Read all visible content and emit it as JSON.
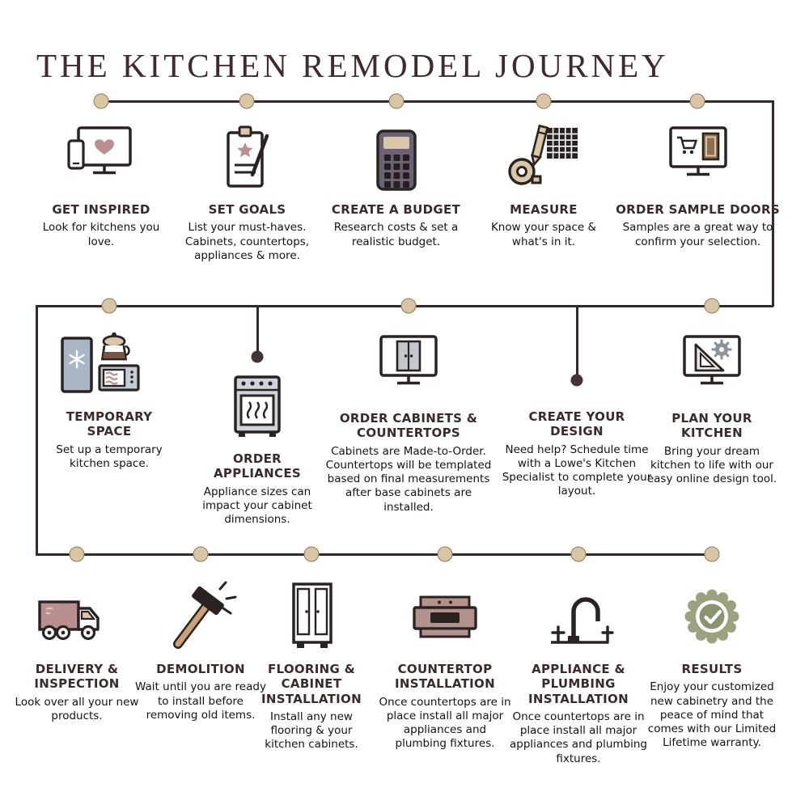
{
  "header": {
    "title": "THE KITCHEN REMODEL JOURNEY"
  },
  "rows": [
    {
      "steps": [
        {
          "icon": "inspiration-devices-icon",
          "title": "GET INSPIRED",
          "desc": "Look for kitchens you love."
        },
        {
          "icon": "clipboard-star-icon",
          "title": "SET GOALS",
          "desc": "List your must-haves. Cabinets, countertops, appliances & more."
        },
        {
          "icon": "calculator-icon",
          "title": "CREATE A BUDGET",
          "desc": "Research costs & set a realistic budget."
        },
        {
          "icon": "measuring-tools-icon",
          "title": "MEASURE",
          "desc": "Know your space & what's in it."
        },
        {
          "icon": "sample-door-monitor-icon",
          "title": "ORDER SAMPLE DOORS",
          "desc": "Samples are a great way to confirm your selection."
        }
      ]
    },
    {
      "steps": [
        {
          "icon": "temporary-kitchen-icon",
          "title": "TEMPORARY SPACE",
          "desc": "Set up a temporary kitchen space."
        },
        {
          "icon": "range-icon",
          "title": "ORDER APPLIANCES",
          "desc": "Appliance sizes can impact your cabinet dimensions."
        },
        {
          "icon": "cabinet-monitor-icon",
          "title": "ORDER CABINETS & COUNTERTOPS",
          "desc": "Cabinets are Made-to-Order. Countertops will be templated based on final measurements after base cabinets are installed."
        },
        {
          "icon": "none",
          "title": "CREATE YOUR DESIGN",
          "desc": "Need help? Schedule time with a Lowe's Kitchen Specialist to complete your layout."
        },
        {
          "icon": "kitchen-planner-monitor-icon",
          "title": "PLAN YOUR KITCHEN",
          "desc": "Bring your dream kitchen to life with our easy online design tool."
        }
      ]
    },
    {
      "steps": [
        {
          "icon": "delivery-truck-icon",
          "title": "DELIVERY & INSPECTION",
          "desc": "Look over all your new products."
        },
        {
          "icon": "sledgehammer-icon",
          "title": "DEMOLITION",
          "desc": "Wait until you are ready to install before removing old items."
        },
        {
          "icon": "tall-cabinet-icon",
          "title": "FLOORING & CABINET INSTALLATION",
          "desc": "Install any new flooring & your kitchen cabinets."
        },
        {
          "icon": "countertop-sink-icon",
          "title": "COUNTERTOP INSTALLATION",
          "desc": "Once countertops are in place install all major appliances and plumbing fixtures."
        },
        {
          "icon": "faucet-icon",
          "title": "APPLIANCE & PLUMBING INSTALLATION",
          "desc": "Once countertops are in place install all major appliances and plumbing fixtures."
        },
        {
          "icon": "warranty-badge-icon",
          "title": "RESULTS",
          "desc": "Enjoy your customized new cabinetry and the peace of mind that comes with our Limited Lifetime warranty."
        }
      ]
    }
  ],
  "colors": {
    "heading": "#402a2c",
    "line": "#352a2a",
    "node_fill": "#d8c5a4",
    "dark_dot": "#443333",
    "accent_mauve": "#b98f8f",
    "accent_beige": "#d9c7a8",
    "accent_bluegray": "#a9b6c6",
    "accent_olive": "#8a9472",
    "door_brown": "#8f6e50"
  }
}
